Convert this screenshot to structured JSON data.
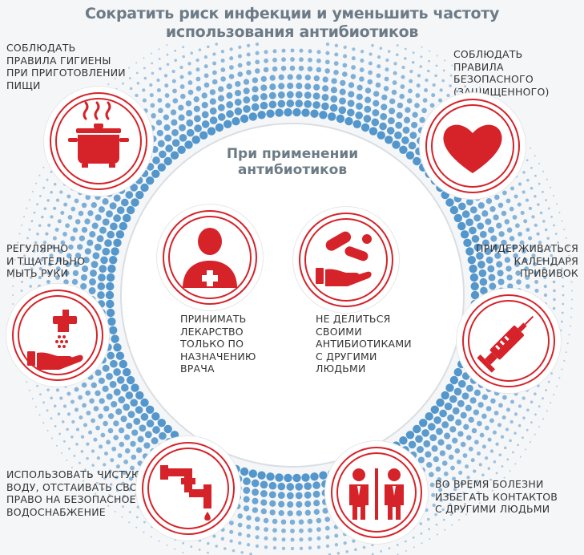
{
  "title": {
    "line1": "Сократить риск инфекции и уменьшить частоту",
    "line2": "использования антибиотиков"
  },
  "center": {
    "line1": "При применении",
    "line2": "антибиотиков"
  },
  "items": {
    "food": "СОБЛЮДАТЬ\nПРАВИЛА ГИГИЕНЫ\nПРИ ПРИГОТОВЛЕНИИ\nПИЩИ",
    "sex": "СОБЛЮДАТЬ\nПРАВИЛА БЕЗОПАСНОГО\n(ЗАЩИЩЕННОГО) СЕКСА",
    "hands": "РЕГУЛЯРНО\nИ ТЩАТЕЛЬНО\nМЫТЬ РУКИ",
    "vaccine": "ПРИДЕРЖИВАТЬСЯ\nКАЛЕНДАРЯ\nПРИВИВОК",
    "doctor": "ПРИНИМАТЬ\nЛЕКАРСТВО\nТОЛЬКО ПО\nНАЗНАЧЕНИЮ\nВРАЧА",
    "share": "НЕ ДЕЛИТЬСЯ\nСВОИМИ\nАНТИБИОТИКАМИ\nС ДРУГИМИ\nЛЮДЬМИ",
    "water": "ИСПОЛЬЗОВАТЬ ЧИСТУЮ\nВОДУ, ОТСТАИВАТЬ СВОЕ\nПРАВО НА БЕЗОПАСНОЕ\nВОДОСНАБЖЕНИЕ",
    "contacts": "ВО ВРЕМЯ БОЛЕЗНИ\nИЗБЕГАТЬ КОНТАКТОВ\nС ДРУГИМИ ЛЮДЬМИ"
  },
  "icons": {
    "food": "cooking-pot-icon",
    "sex": "heart-icon",
    "hands": "hand-washing-icon",
    "vaccine": "syringe-icon",
    "doctor": "doctor-icon",
    "share": "pills-hand-icon",
    "water": "water-tap-icon",
    "contacts": "people-icon"
  },
  "colors": {
    "accent_red": "#d62229",
    "dots_blue": "#4a90c8",
    "title_gray": "#6c7b86"
  }
}
